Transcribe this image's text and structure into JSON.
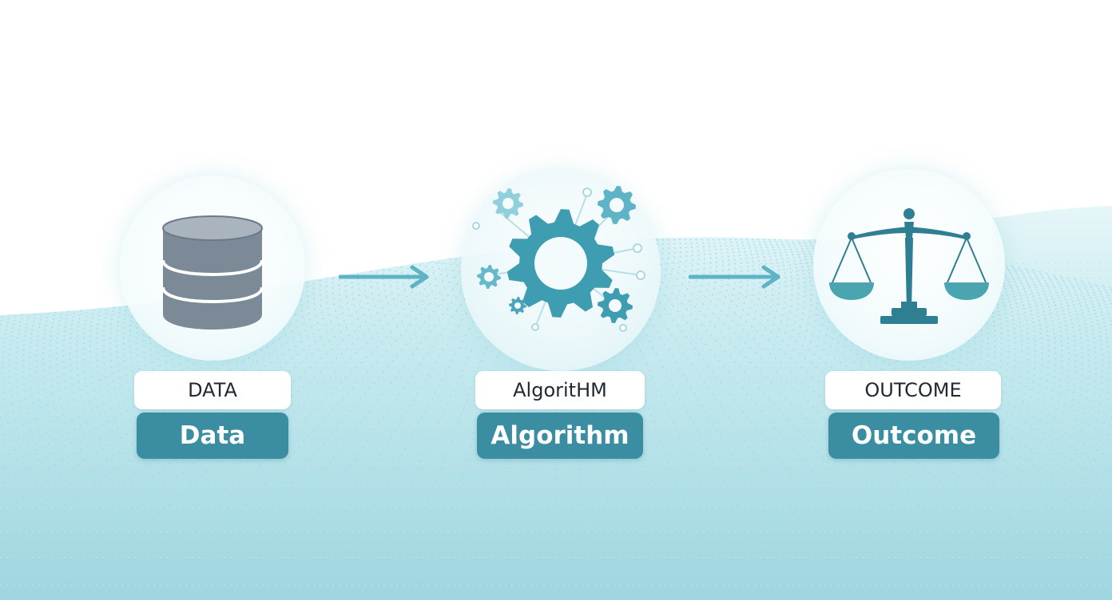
{
  "colors": {
    "accent_teal": "#3b8ea1",
    "icon_gray": "#7c8a98",
    "scale_teal": "#2f7f93",
    "arrow": "#5fb3c6",
    "grid_dot": "#9adbe6"
  },
  "stages": [
    {
      "icon": "database-icon",
      "label_upper": "DATA",
      "label_lower": "Data"
    },
    {
      "icon": "gear-icon",
      "label_upper": "AlgoritHM",
      "label_lower": "Algorithm"
    },
    {
      "icon": "scale-icon",
      "label_upper": "OUTCOME",
      "label_lower": "Outcome"
    }
  ],
  "arrows": [
    "arrow-right-icon",
    "arrow-right-icon"
  ]
}
